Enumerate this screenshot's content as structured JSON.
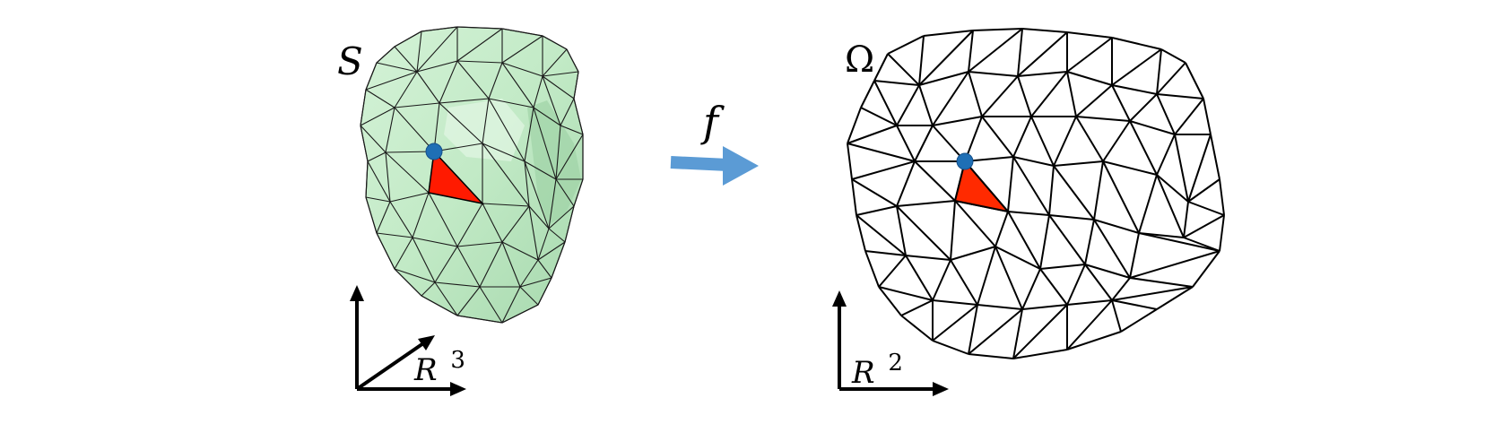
{
  "labels": {
    "surface": "S",
    "map": "f",
    "domain": "Ω",
    "space3d_base": "R",
    "space3d_exp": "3",
    "space2d_base": "R",
    "space2d_exp": "2"
  },
  "colors": {
    "surface_fill": "#c6ecca",
    "surface_shade": "#a9dcb0",
    "mesh_line": "#1a1a1a",
    "highlight_triangle": "#ff1a00",
    "vertex_dot": "#1f6fb5",
    "arrow": "#5b9bd5",
    "axes": "#000000"
  }
}
